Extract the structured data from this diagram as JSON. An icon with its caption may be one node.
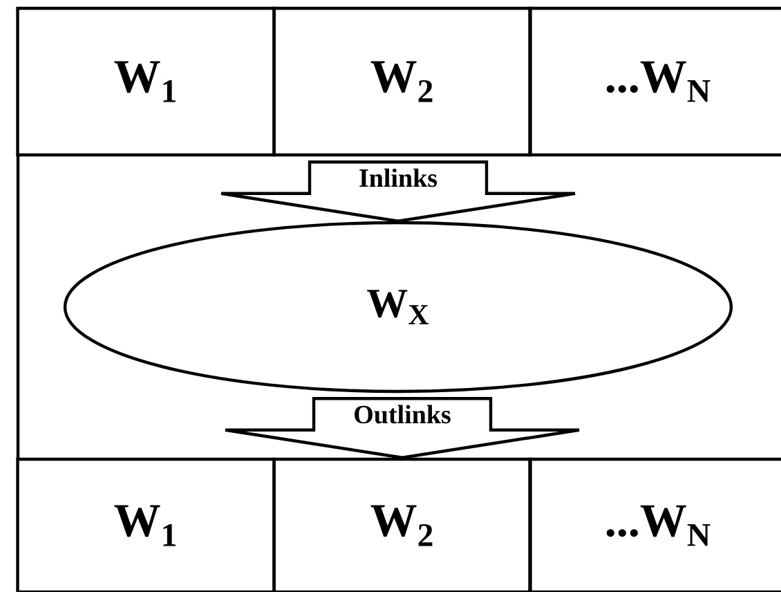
{
  "diagram": {
    "nodes": [
      {
        "text": [
          "W$_{1}$"
        ]
      },
      {
        "text": [
          "W$_{2}$"
        ]
      },
      {
        "text": [
          "...W$_{N}$"
        ]
      },
      {
        "text": [
          "W$_{X}$"
        ]
      },
      {
        "text": [
          "W$_{1}$"
        ]
      },
      {
        "text": [
          "W$_{2}$"
        ]
      },
      {
        "text": [
          "...W$_{N}$"
        ]
      }
    ],
    "edges": [
      {
        "from": 1,
        "to": 3,
        "arrow": "to",
        "label": "Inlinks"
      },
      {
        "from": 3,
        "to": 5,
        "arrow": "to",
        "label": "Outlinks"
      }
    ]
  }
}
